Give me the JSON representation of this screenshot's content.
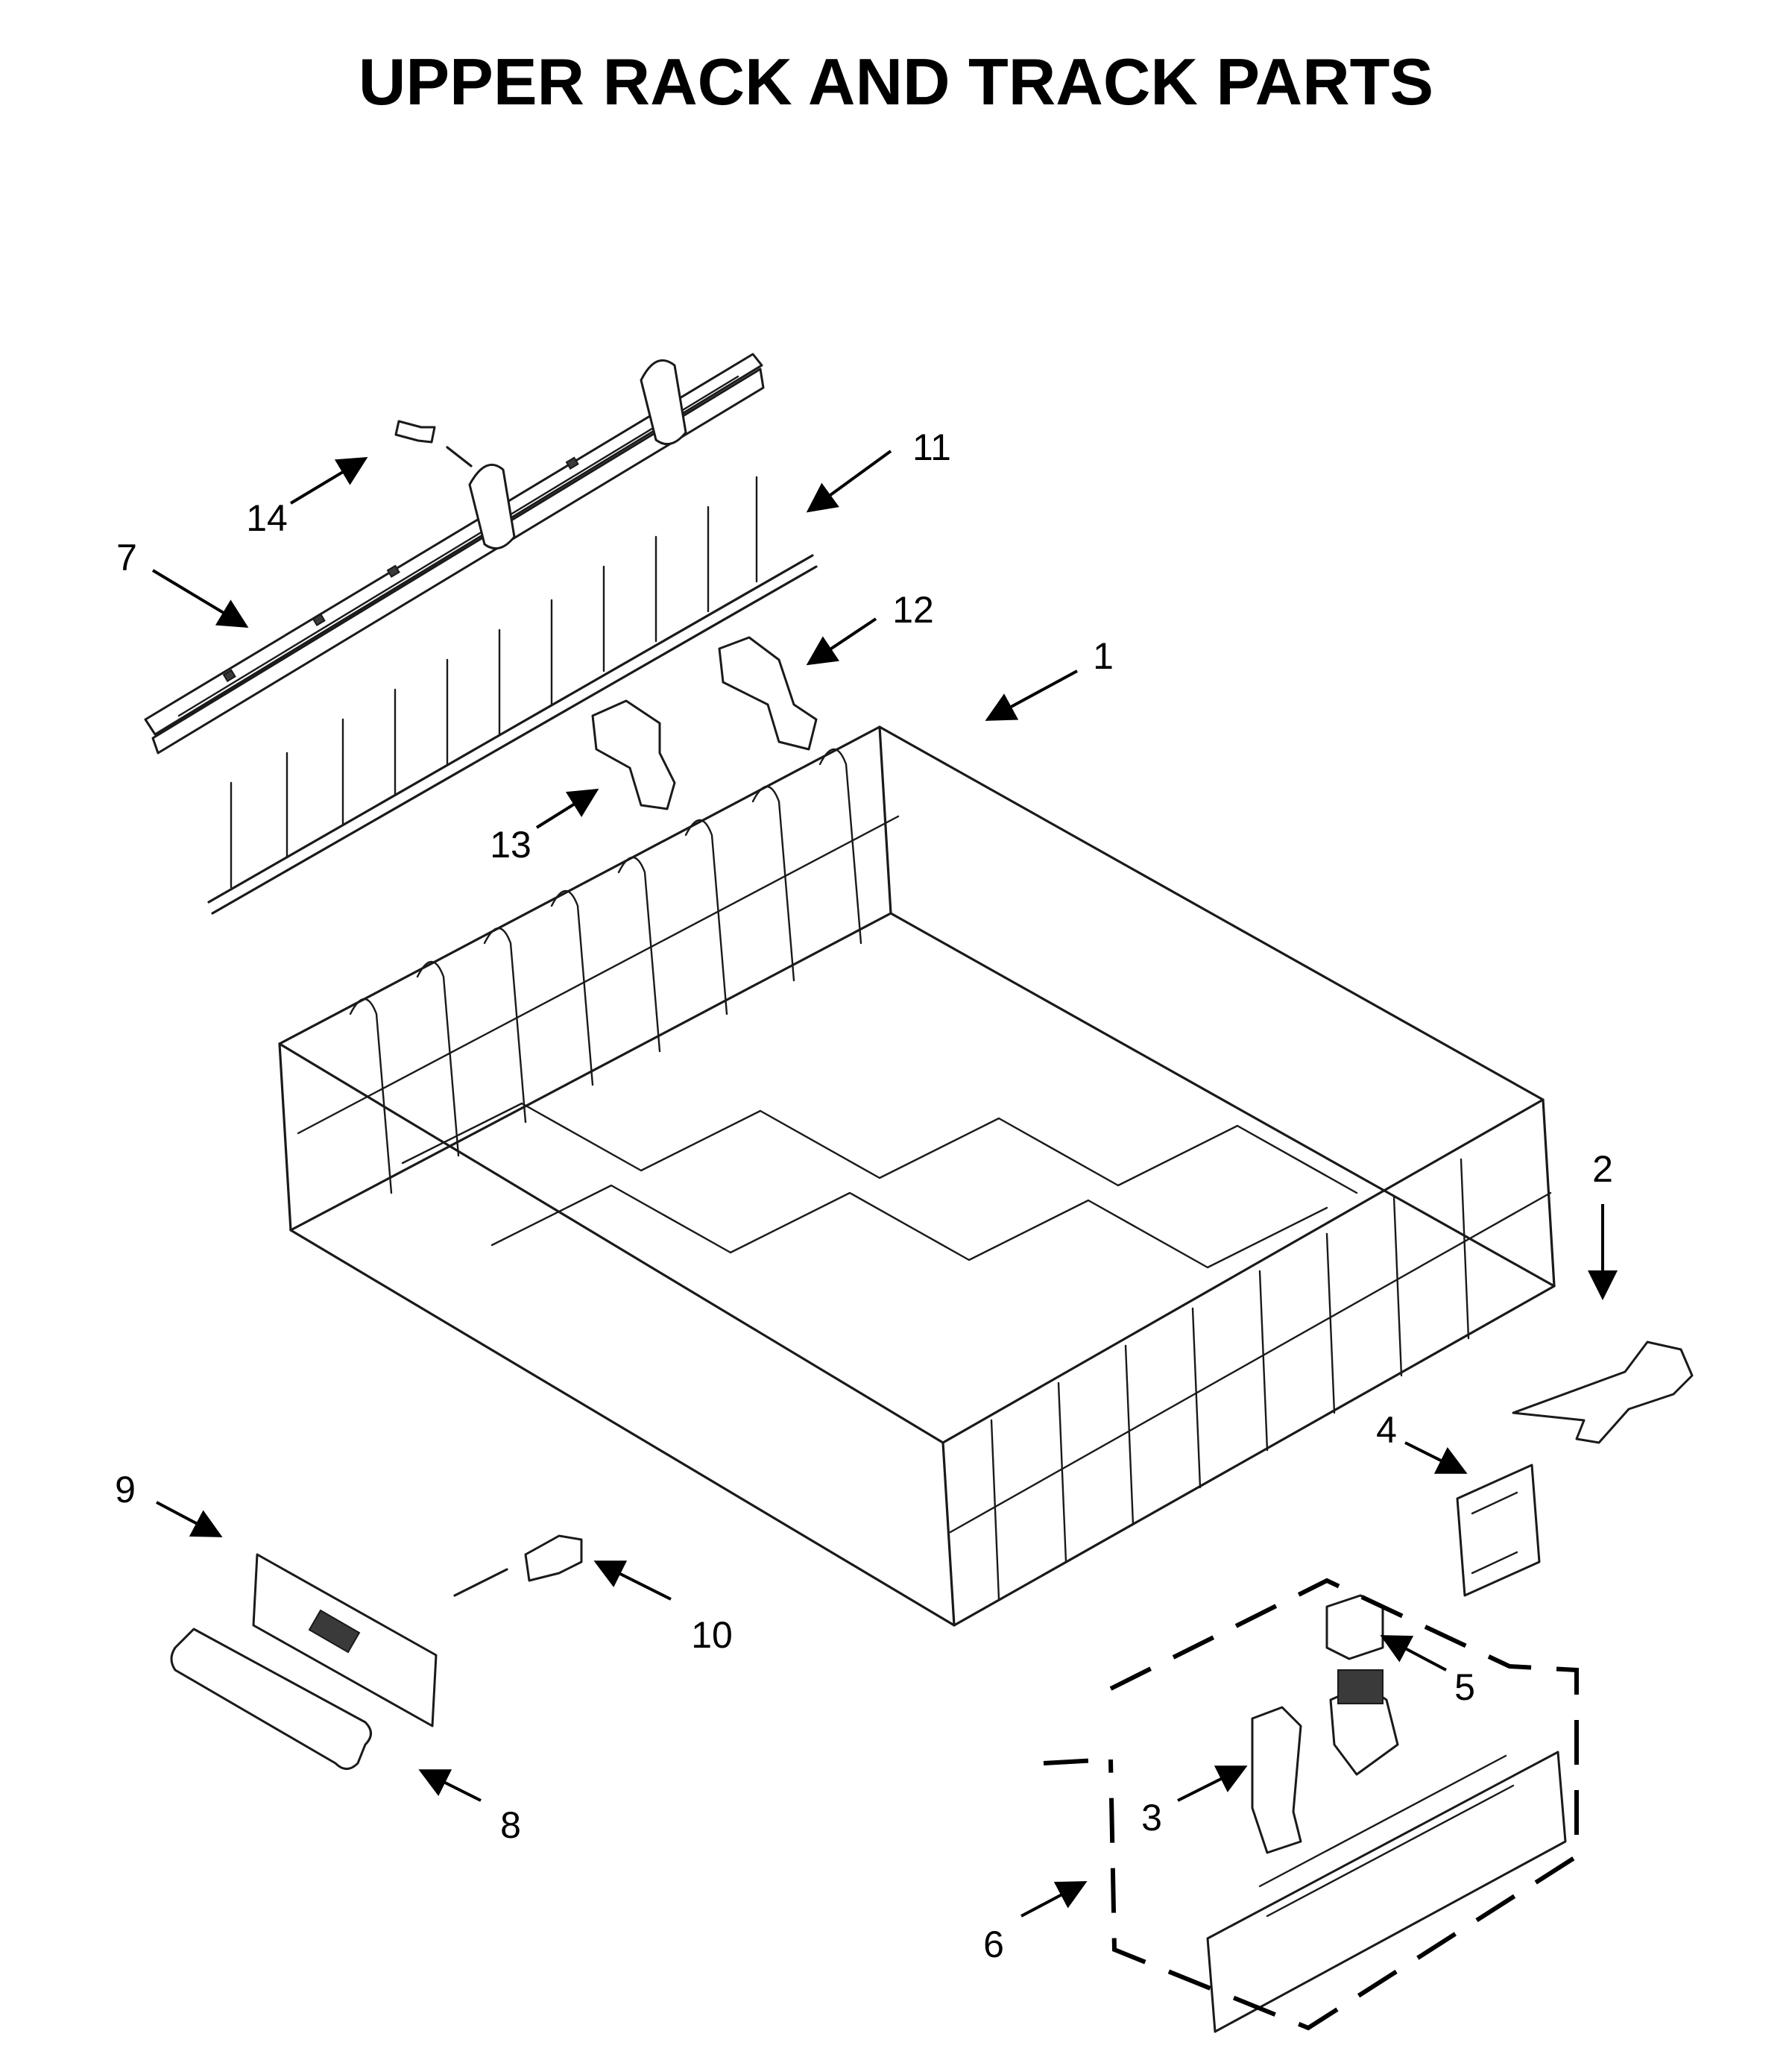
{
  "title": "UPPER RACK AND TRACK PARTS",
  "callouts": [
    {
      "id": "1",
      "label": "1"
    },
    {
      "id": "2",
      "label": "2"
    },
    {
      "id": "3",
      "label": "3"
    },
    {
      "id": "4",
      "label": "4"
    },
    {
      "id": "5",
      "label": "5"
    },
    {
      "id": "6",
      "label": "6"
    },
    {
      "id": "7",
      "label": "7"
    },
    {
      "id": "8",
      "label": "8"
    },
    {
      "id": "9",
      "label": "9"
    },
    {
      "id": "10",
      "label": "10"
    },
    {
      "id": "11",
      "label": "11"
    },
    {
      "id": "12",
      "label": "12"
    },
    {
      "id": "13",
      "label": "13"
    },
    {
      "id": "14",
      "label": "14"
    }
  ]
}
